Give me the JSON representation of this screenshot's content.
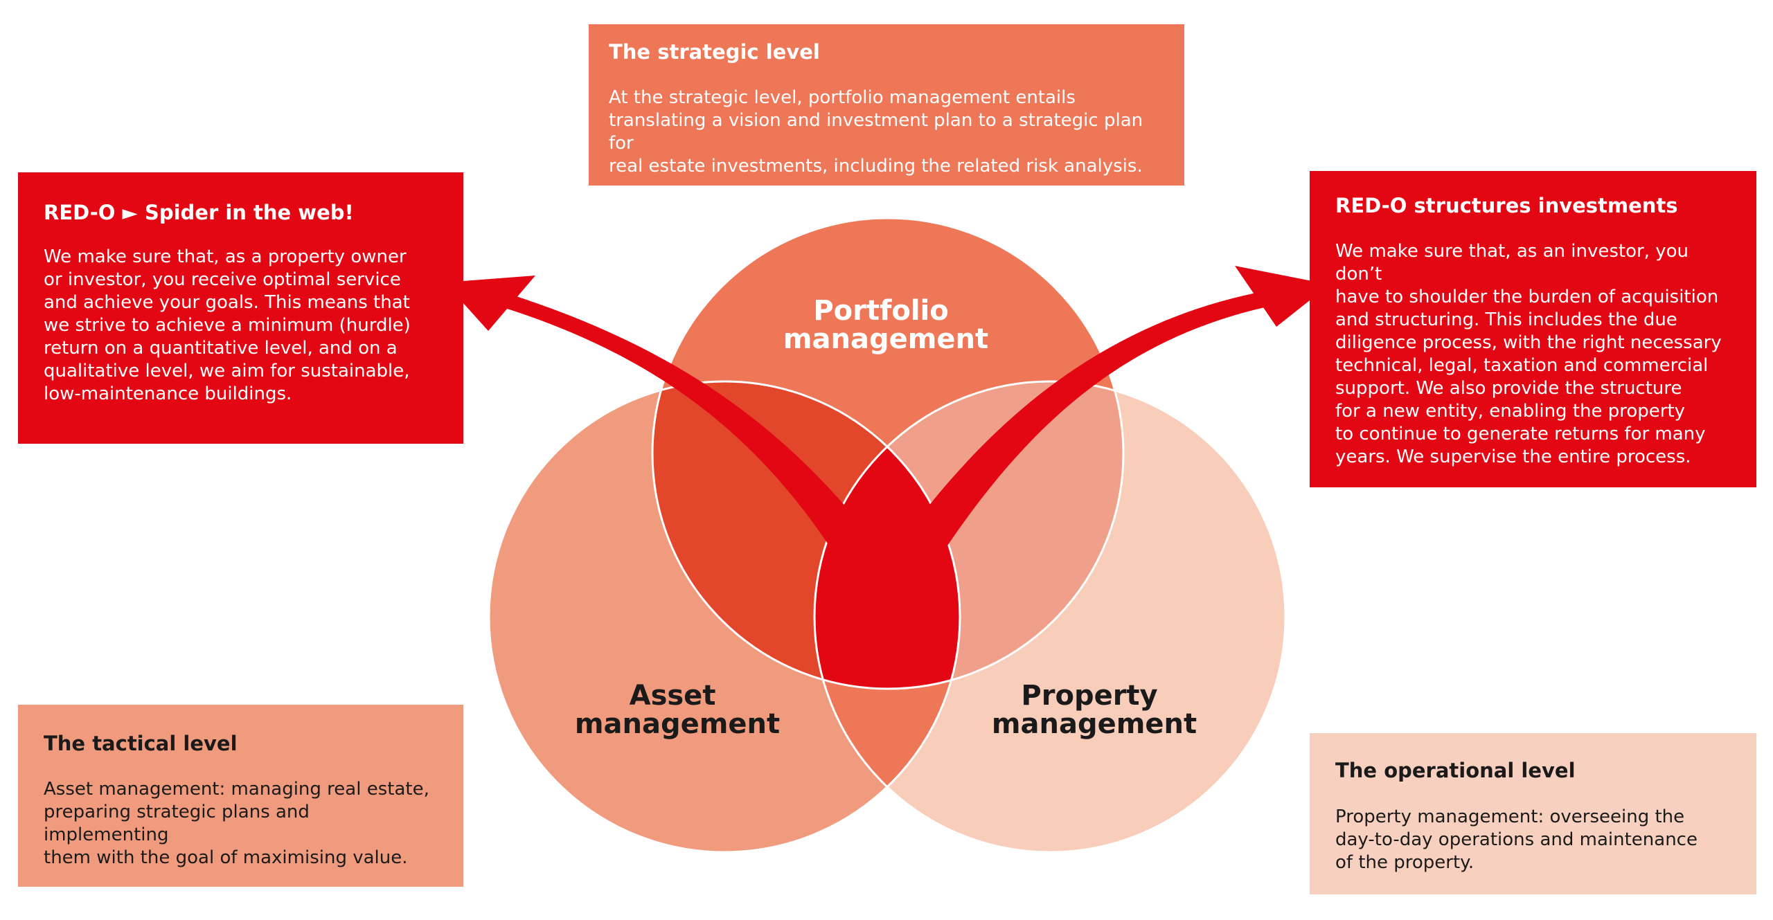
{
  "colors": {
    "red": "#e30613",
    "portfolio_circle": "#ee7758",
    "asset_circle": "#f19b7e",
    "property_circle": "#f8cdb9",
    "overlap_portfolio_asset": "#e2462b",
    "overlap_portfolio_property": "#f0a08a",
    "overlap_asset_property": "#ee7758",
    "strategic_box": "#ee7758",
    "tactical_box": "#f19b7e",
    "operational_box": "#f8d0bf",
    "dark_text": "#1a1a1a"
  },
  "circles": {
    "portfolio": {
      "line1": "Portfolio",
      "line2": "management"
    },
    "asset": {
      "line1": "Asset",
      "line2": "management"
    },
    "property": {
      "line1": "Property",
      "line2": "management"
    }
  },
  "boxes": {
    "strategic": {
      "title": "The strategic level",
      "body": "At the strategic level, portfolio management entails\ntranslating a vision and investment plan to a strategic plan for\nreal estate investments, including the related risk analysis."
    },
    "spider": {
      "title": "RED-O  ►  Spider in the web!",
      "body": "We make sure that, as a property owner\nor investor, you receive optimal service\nand achieve your goals. This means that\nwe strive to achieve a minimum (hurdle)\nreturn on a quantitative level, and on a\nqualitative level, we aim for sustainable,\nlow-maintenance buildings."
    },
    "structures": {
      "title": "RED-O structures investments",
      "body": "We make sure that, as an investor, you don’t\nhave to shoulder the burden of acquisition\nand structuring. This includes the due\ndiligence process, with the right necessary\ntechnical, legal, taxation and commercial\nsupport. We also provide the structure\nfor a new entity, enabling the property\nto continue to generate returns for many\nyears. We supervise the entire process."
    },
    "tactical": {
      "title": "The tactical level",
      "body": "Asset management: managing real estate,\npreparing strategic plans and implementing\nthem with the goal of maximising value."
    },
    "operational": {
      "title": "The operational level",
      "body": "Property management: overseeing the\nday-to-day operations and maintenance\nof the property."
    }
  }
}
